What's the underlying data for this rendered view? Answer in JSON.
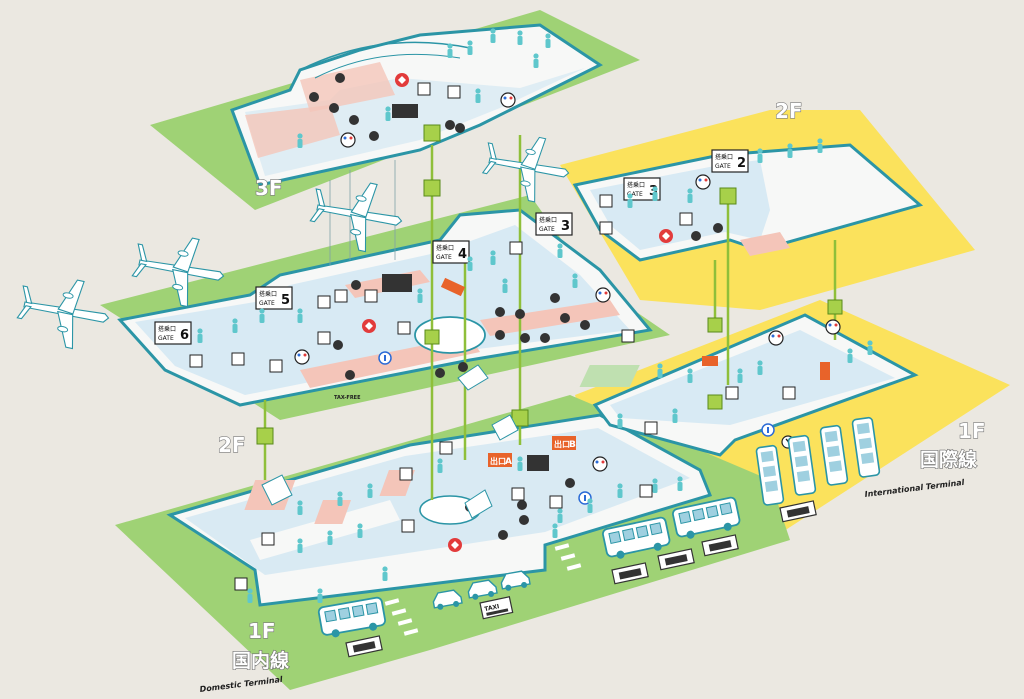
{
  "floors": [
    {
      "label": "3F"
    },
    {
      "label": "2F"
    },
    {
      "label": "2F"
    },
    {
      "label": "1F"
    },
    {
      "label": "1F"
    }
  ],
  "terminals": {
    "domestic": {
      "jp": "国内線",
      "en": "Domestic Terminal"
    },
    "international": {
      "jp": "国際線",
      "en": "International Terminal"
    }
  },
  "gates": [
    {
      "jp": "搭乗口",
      "num": "6",
      "en": "GATE"
    },
    {
      "jp": "搭乗口",
      "num": "5",
      "en": "GATE"
    },
    {
      "jp": "搭乗口",
      "num": "4",
      "en": "GATE"
    },
    {
      "jp": "搭乗口",
      "num": "3",
      "en": "GATE"
    },
    {
      "jp": "搭乗口",
      "num": "3",
      "en": "GATE"
    },
    {
      "jp": "搭乗口",
      "num": "2",
      "en": "GATE"
    }
  ],
  "exits": [
    {
      "jp": "出口",
      "letter": "A"
    },
    {
      "jp": "出口",
      "letter": "B"
    }
  ],
  "labels": {
    "tax_free": "TAX-FREE",
    "taxi": "TAXI"
  },
  "colors": {
    "domestic_zone": "#9fd275",
    "international_zone": "#fbe25c",
    "floor_fill": "#f7f8f7",
    "corridor": "#cfe6f2",
    "outline": "#2b95a6",
    "shop": "#f4c5b9",
    "elevator": "#a7d04a",
    "exit_sign": "#e8632a"
  }
}
